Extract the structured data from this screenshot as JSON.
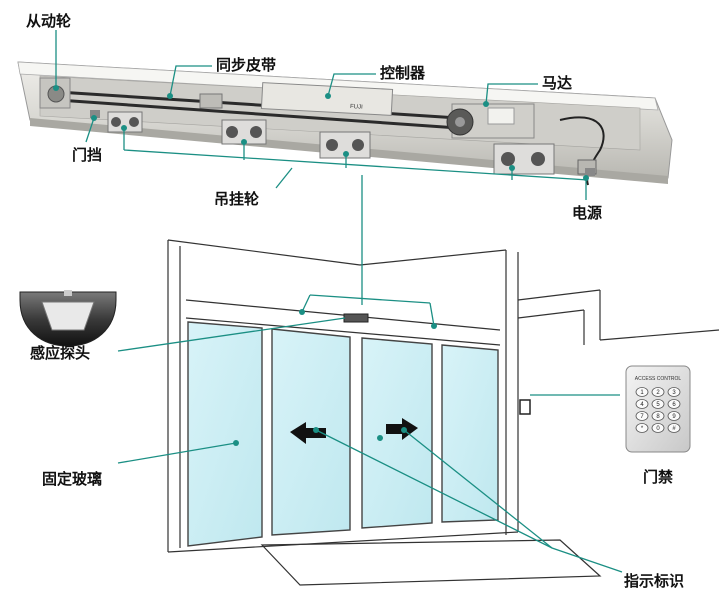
{
  "labels": {
    "driven_wheel": "从动轮",
    "sync_belt": "同步皮带",
    "controller": "控制器",
    "motor": "马达",
    "door_stop": "门挡",
    "hanging_wheel": "吊挂轮",
    "power": "电源",
    "sensor": "感应探头",
    "fixed_glass": "固定玻璃",
    "access_control": "门禁",
    "indicator": "指示标识"
  },
  "controller_brand": "FUJI",
  "keypad": {
    "brand": "ACCESS CONTROL",
    "keys": [
      "1",
      "2",
      "3",
      "4",
      "5",
      "6",
      "7",
      "8",
      "9",
      "*",
      "0",
      "#"
    ]
  },
  "colors": {
    "leader_line": "#1b8f84",
    "glass": "#cfeff5",
    "rail": "#d9d8d3"
  }
}
